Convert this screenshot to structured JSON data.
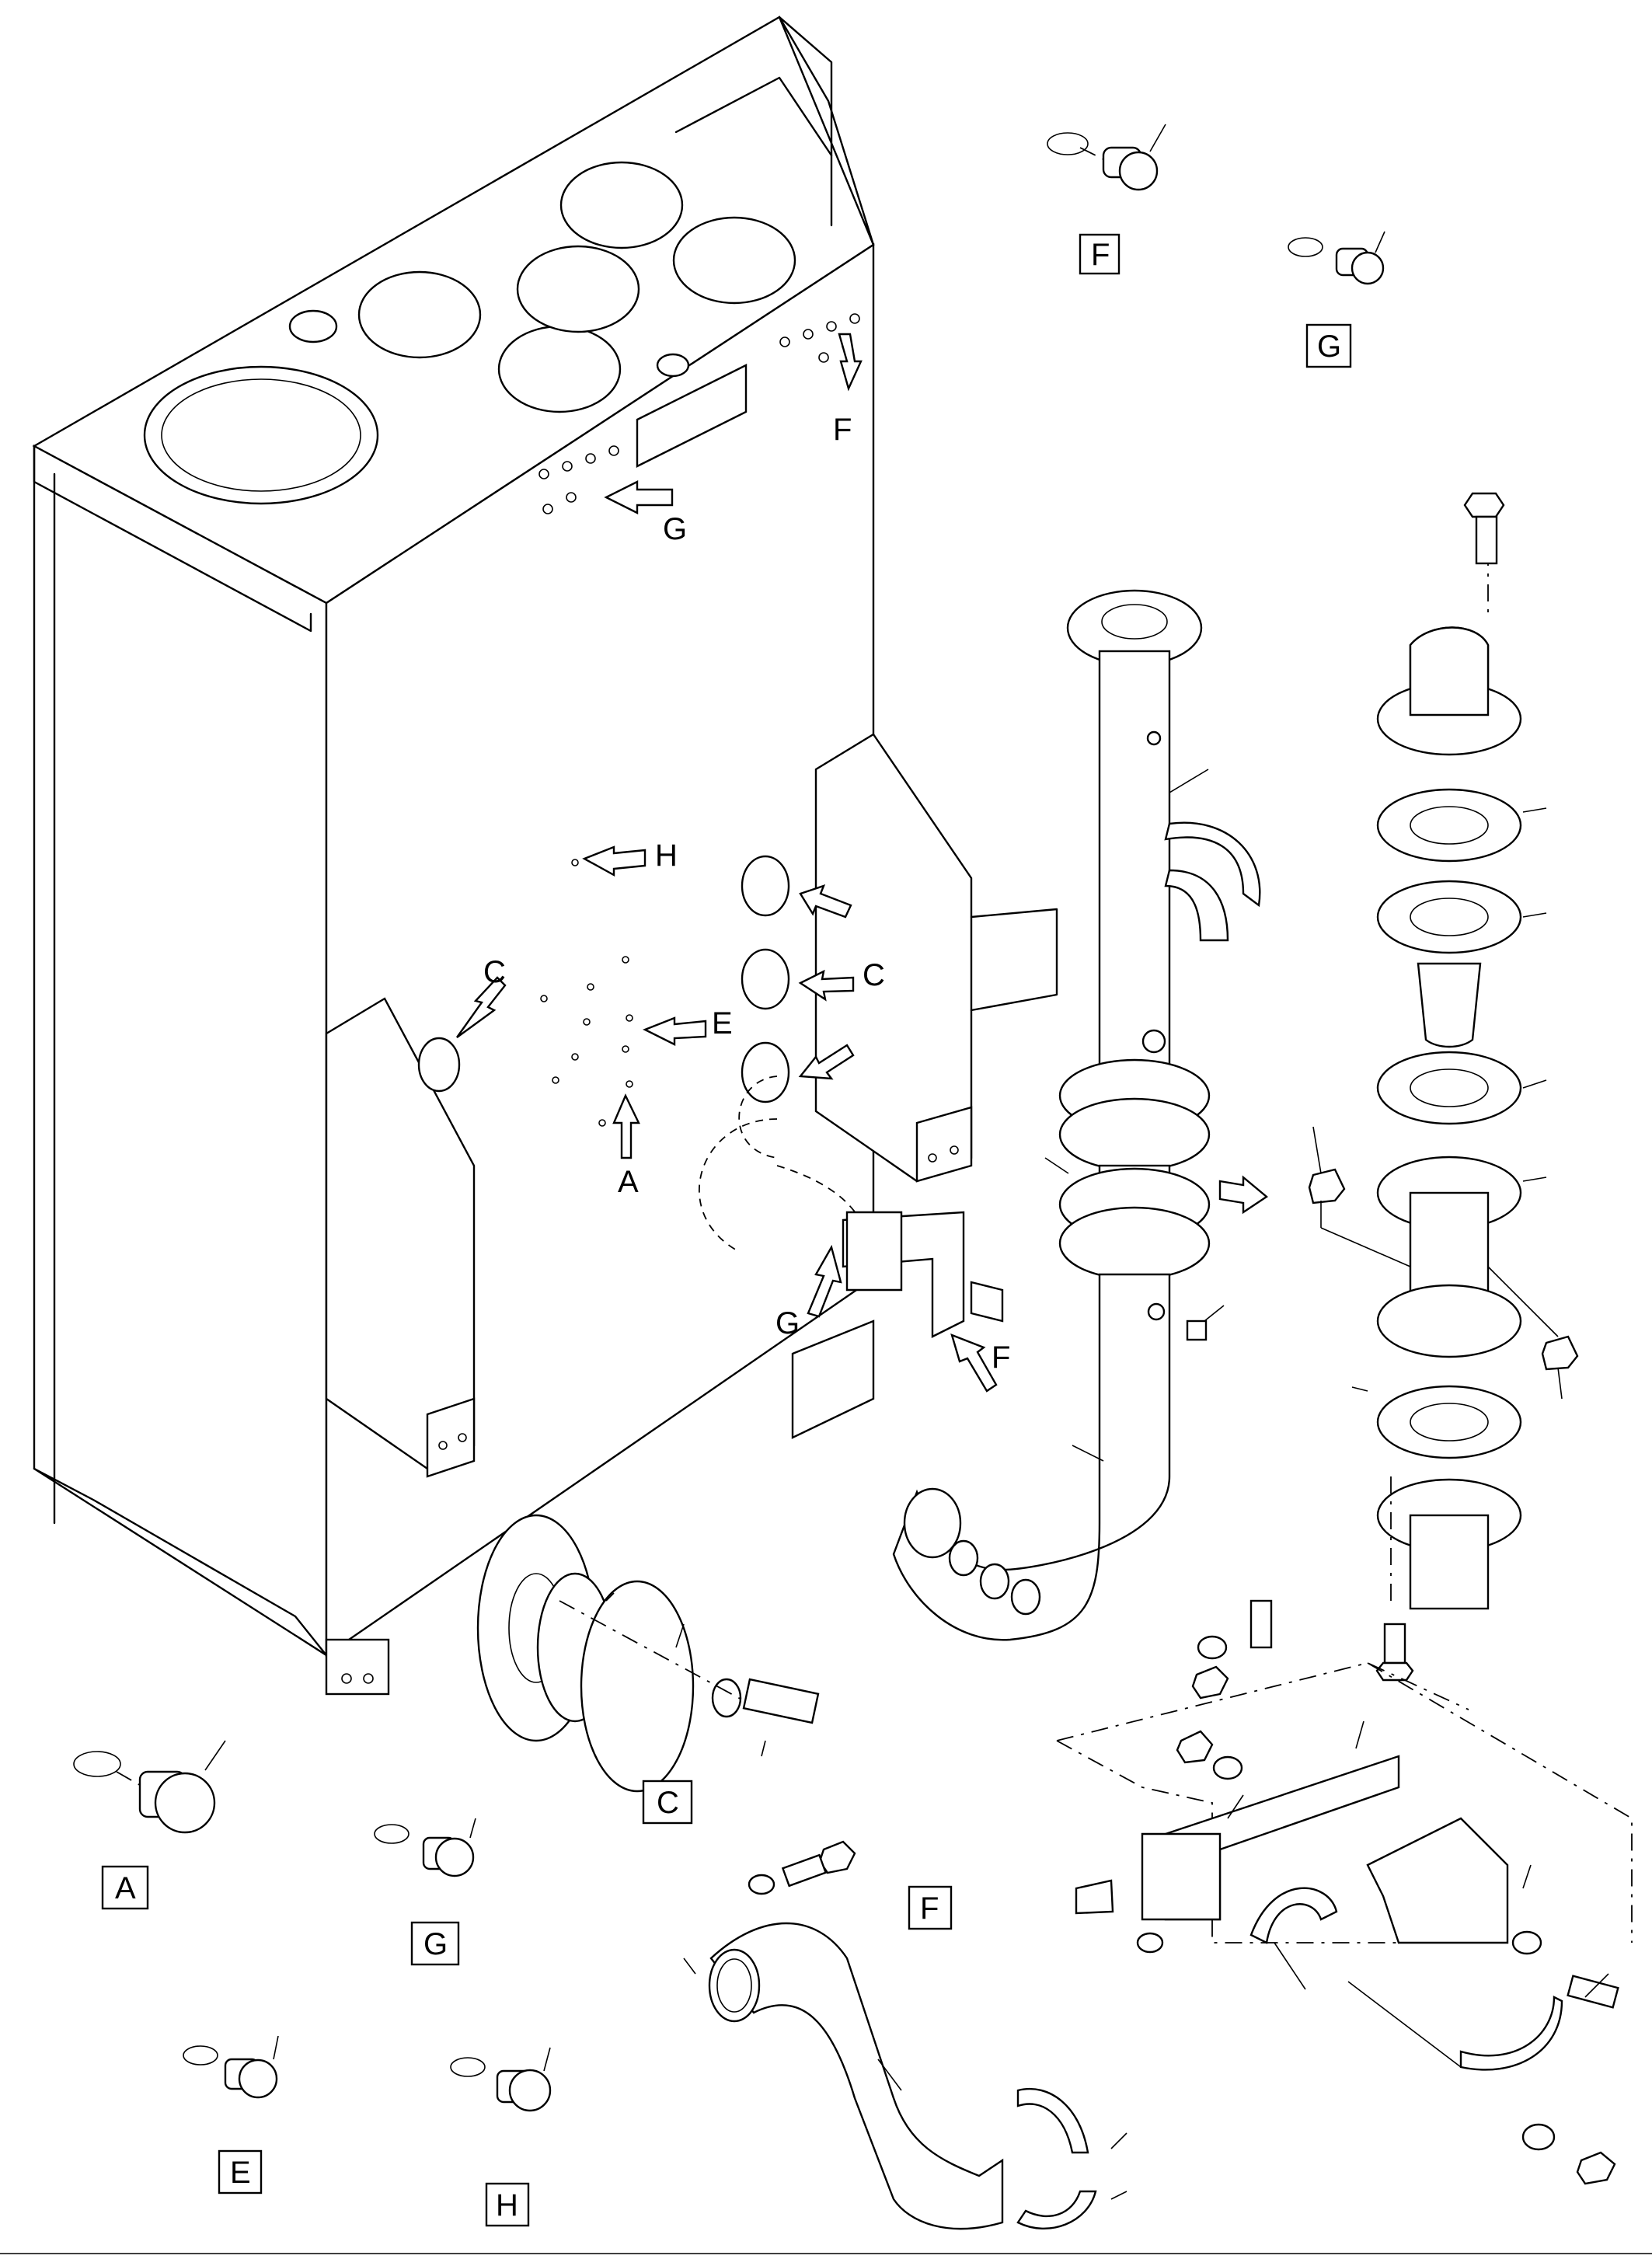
{
  "callouts": {
    "tank_F": "F",
    "tank_G": "G",
    "tank_H": "H",
    "tank_C_left": "C",
    "tank_C_right": "C",
    "tank_E": "E",
    "tank_A": "A",
    "tank_G_lower": "G",
    "tank_F_lower": "F"
  },
  "detail_labels": {
    "F_top": "F",
    "G_top": "G",
    "C": "C",
    "A": "A",
    "G_mid": "G",
    "E": "E",
    "H": "H",
    "F_pipe": "F"
  }
}
